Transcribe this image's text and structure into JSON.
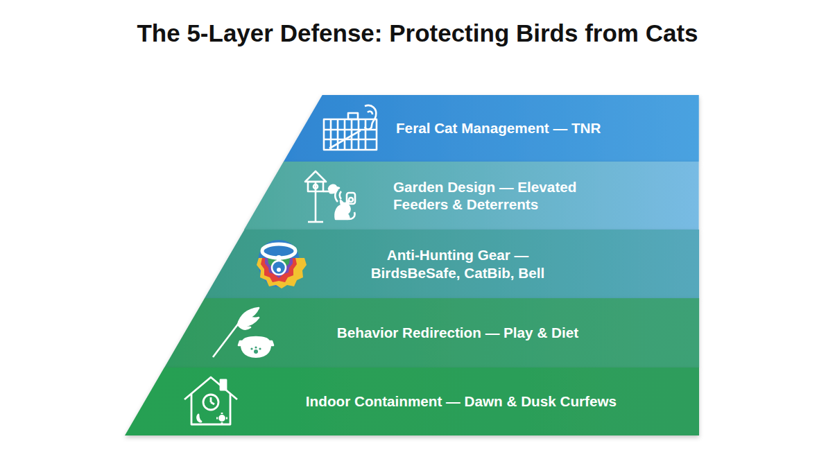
{
  "diagram": {
    "title": "The 5-Layer Defense: Protecting Birds from Cats",
    "nodes": [
      {
        "text": [
          "Feral Cat Management — TNR"
        ]
      },
      {
        "text": [
          "Garden Design — Elevated Feeders & Deterrents"
        ]
      },
      {
        "text": [
          "Anti-Hunting Gear — BirdsBeSafe, CatBib, Bell"
        ]
      },
      {
        "text": [
          "Behavior Redirection — Play & Diet"
        ]
      },
      {
        "text": [
          "Indoor Containment — Dawn & Dusk Curfews"
        ]
      }
    ]
  }
}
